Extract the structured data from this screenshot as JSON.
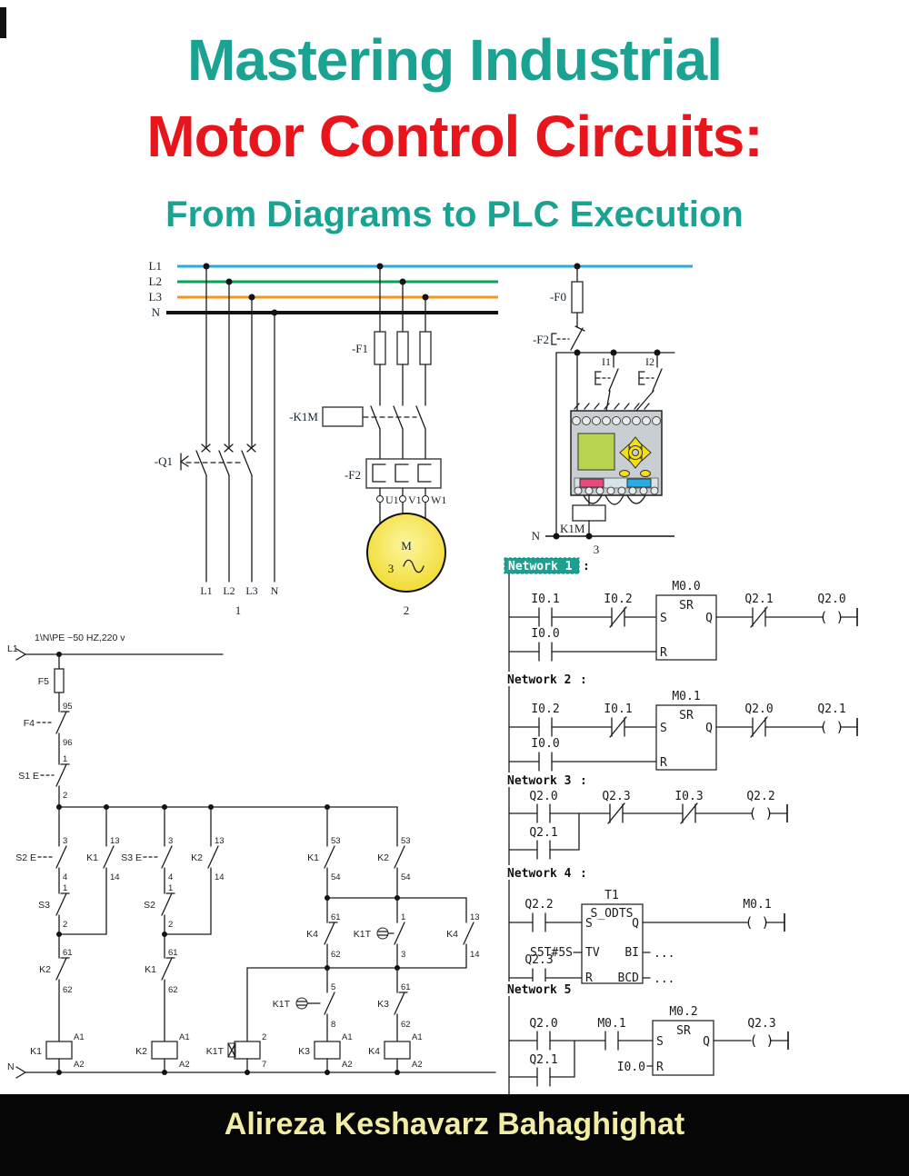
{
  "title": {
    "line1": "Mastering Industrial",
    "line2": "Motor Control Circuits:",
    "line3": "From Diagrams to PLC Execution",
    "color_teal": "#1aa392",
    "color_red": "#e8151c"
  },
  "author": {
    "name": "Alireza Keshavarz Bahaghighat",
    "bar_bg": "#060606",
    "text_color": "#f2eda5"
  },
  "power": {
    "rail_l1": "L1",
    "rail_l2": "L2",
    "rail_l3": "L3",
    "rail_n": "N",
    "l1_color": "#29abe2",
    "l2_color": "#00a651",
    "l3_color": "#f7941d",
    "n_color": "#111111",
    "breaker": "-Q1",
    "bot_l1": "L1",
    "bot_l2": "L2",
    "bot_l3": "L3",
    "bot_n": "N",
    "fig1": "1",
    "fuse": "-F1",
    "contactor": "-K1M",
    "overload": "-F2",
    "t_u1": "U1",
    "t_v1": "V1",
    "t_w1": "W1",
    "motor_m": "M",
    "motor_3": "3",
    "motor_color": "#f6e24b",
    "fig2": "2"
  },
  "plc": {
    "fuse": "-F0",
    "aux": "-F2",
    "i1": "I1",
    "i2": "I2",
    "coil": "K1M",
    "neutral": "N",
    "fig3": "3",
    "screen_color": "#b9d44f",
    "pad_color": "#f4df17",
    "btn_pink": "#e84a7e",
    "btn_blue": "#2aabe2",
    "body_color": "#c9ced3"
  },
  "control": {
    "supply": "1\\N\\PE ~50 HZ,220 v",
    "l1": "L1",
    "n": "N",
    "f5": "F5",
    "f4": {
      "n": "F4",
      "a": "95",
      "b": "96"
    },
    "s1": {
      "n": "S1 E",
      "a": "1",
      "b": "2"
    },
    "s2": {
      "n": "S2 E",
      "a": "3",
      "b": "4"
    },
    "s3nc": {
      "n": "S3",
      "a": "1",
      "b": "2"
    },
    "k1no": {
      "n": "K1",
      "a": "13",
      "b": "14"
    },
    "s3": {
      "n": "S3 E",
      "a": "3",
      "b": "4"
    },
    "s2nc": {
      "n": "S2",
      "a": "1",
      "b": "2"
    },
    "k2no": {
      "n": "K2",
      "a": "13",
      "b": "14"
    },
    "k1_53": {
      "n": "K1",
      "a": "53",
      "b": "54"
    },
    "k2_53": {
      "n": "K2",
      "a": "53",
      "b": "54"
    },
    "k2nc": {
      "n": "K2",
      "a": "61",
      "b": "62"
    },
    "k1nc": {
      "n": "K1",
      "a": "61",
      "b": "62"
    },
    "k4nc": {
      "n": "K4",
      "a": "61",
      "b": "62"
    },
    "k1t13": {
      "n": "K1T",
      "a": "1",
      "b": "3"
    },
    "k4no": {
      "n": "K4",
      "a": "13",
      "b": "14"
    },
    "k1t58": {
      "n": "K1T",
      "a": "5",
      "b": "8"
    },
    "k3nc": {
      "n": "K3",
      "a": "61",
      "b": "62"
    },
    "k1coil": {
      "n": "K1",
      "a": "A1",
      "b": "A2"
    },
    "k2coil": {
      "n": "K2",
      "a": "A1",
      "b": "A2"
    },
    "k1tcoil": {
      "n": "K1T",
      "a": "2",
      "b": "7"
    },
    "k3coil": {
      "n": "K3",
      "a": "A1",
      "b": "A2"
    },
    "k4coil": {
      "n": "K4",
      "a": "A1",
      "b": "A2"
    }
  },
  "networks": [
    {
      "title": "Network 1",
      "colon": ":",
      "m": "M0.0",
      "blk": "SR",
      "s": "S",
      "q": "Q",
      "r": "R",
      "c1": "I0.1",
      "c2": "I0.2",
      "c3": "I0.0",
      "o1": "Q2.1",
      "o2": "Q2.0",
      "hl_bg": "#1ea091"
    },
    {
      "title": "Network 2",
      "colon": ":",
      "m": "M0.1",
      "blk": "SR",
      "s": "S",
      "q": "Q",
      "r": "R",
      "c1": "I0.2",
      "c2": "I0.1",
      "c3": "I0.0",
      "o1": "Q2.0",
      "o2": "Q2.1"
    },
    {
      "title": "Network 3",
      "colon": ":",
      "c1": "Q2.0",
      "c2": "Q2.3",
      "c3": "I0.3",
      "c4": "Q2.1",
      "o1": "Q2.2"
    },
    {
      "title": "Network 4",
      "colon": ":",
      "t": "T1",
      "blk": "S_ODTS",
      "s": "S",
      "q": "Q",
      "tv": "TV",
      "bi": "BI",
      "r": "R",
      "bcd": "BCD",
      "c1": "Q2.2",
      "tvval": "S5T#5S",
      "c2": "Q2.3",
      "o1": "M0.1",
      "ellipsis1": "...",
      "ellipsis2": "..."
    },
    {
      "title": "Network 5",
      "m": "M0.2",
      "blk": "SR",
      "s": "S",
      "q": "Q",
      "r": "R",
      "c1": "Q2.0",
      "c2": "M0.1",
      "c3": "Q2.1",
      "rin": "I0.0",
      "o1": "Q2.3"
    }
  ]
}
